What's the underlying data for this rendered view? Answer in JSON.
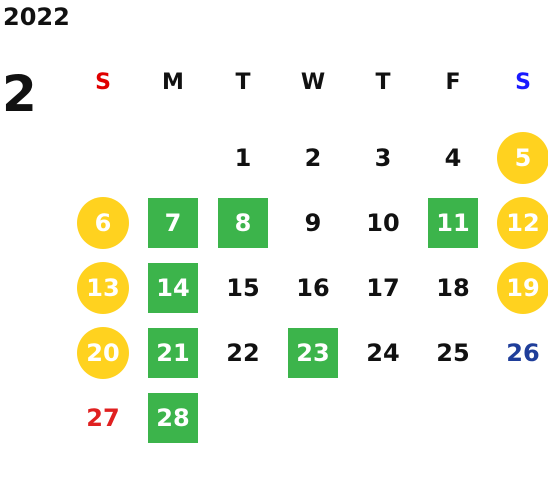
{
  "year": "2022",
  "month": "2",
  "weekdays": [
    {
      "label": "S",
      "color": "#e00000"
    },
    {
      "label": "M",
      "color": "#111111"
    },
    {
      "label": "T",
      "color": "#111111"
    },
    {
      "label": "W",
      "color": "#111111"
    },
    {
      "label": "T",
      "color": "#111111"
    },
    {
      "label": "F",
      "color": "#111111"
    },
    {
      "label": "S",
      "color": "#1a1aff"
    }
  ],
  "colors": {
    "holiday_circle": "#ffd21f",
    "highlight_box": "#3cb44b",
    "sunday_red": "#e02020",
    "saturday_blue": "#1f3e9a",
    "default_text": "#111111",
    "on_fill_text": "#ffffff"
  },
  "first_weekday": 2,
  "days": [
    {
      "n": "1",
      "style": "plain"
    },
    {
      "n": "2",
      "style": "plain"
    },
    {
      "n": "3",
      "style": "plain"
    },
    {
      "n": "4",
      "style": "plain"
    },
    {
      "n": "5",
      "style": "circle"
    },
    {
      "n": "6",
      "style": "circle"
    },
    {
      "n": "7",
      "style": "box"
    },
    {
      "n": "8",
      "style": "box"
    },
    {
      "n": "9",
      "style": "plain"
    },
    {
      "n": "10",
      "style": "plain"
    },
    {
      "n": "11",
      "style": "box"
    },
    {
      "n": "12",
      "style": "circle"
    },
    {
      "n": "13",
      "style": "circle"
    },
    {
      "n": "14",
      "style": "box"
    },
    {
      "n": "15",
      "style": "plain"
    },
    {
      "n": "16",
      "style": "plain"
    },
    {
      "n": "17",
      "style": "plain"
    },
    {
      "n": "18",
      "style": "plain"
    },
    {
      "n": "19",
      "style": "circle"
    },
    {
      "n": "20",
      "style": "circle"
    },
    {
      "n": "21",
      "style": "box"
    },
    {
      "n": "22",
      "style": "plain"
    },
    {
      "n": "23",
      "style": "box"
    },
    {
      "n": "24",
      "style": "plain"
    },
    {
      "n": "25",
      "style": "plain"
    },
    {
      "n": "26",
      "style": "saturday"
    },
    {
      "n": "27",
      "style": "sunday"
    },
    {
      "n": "28",
      "style": "box"
    }
  ]
}
